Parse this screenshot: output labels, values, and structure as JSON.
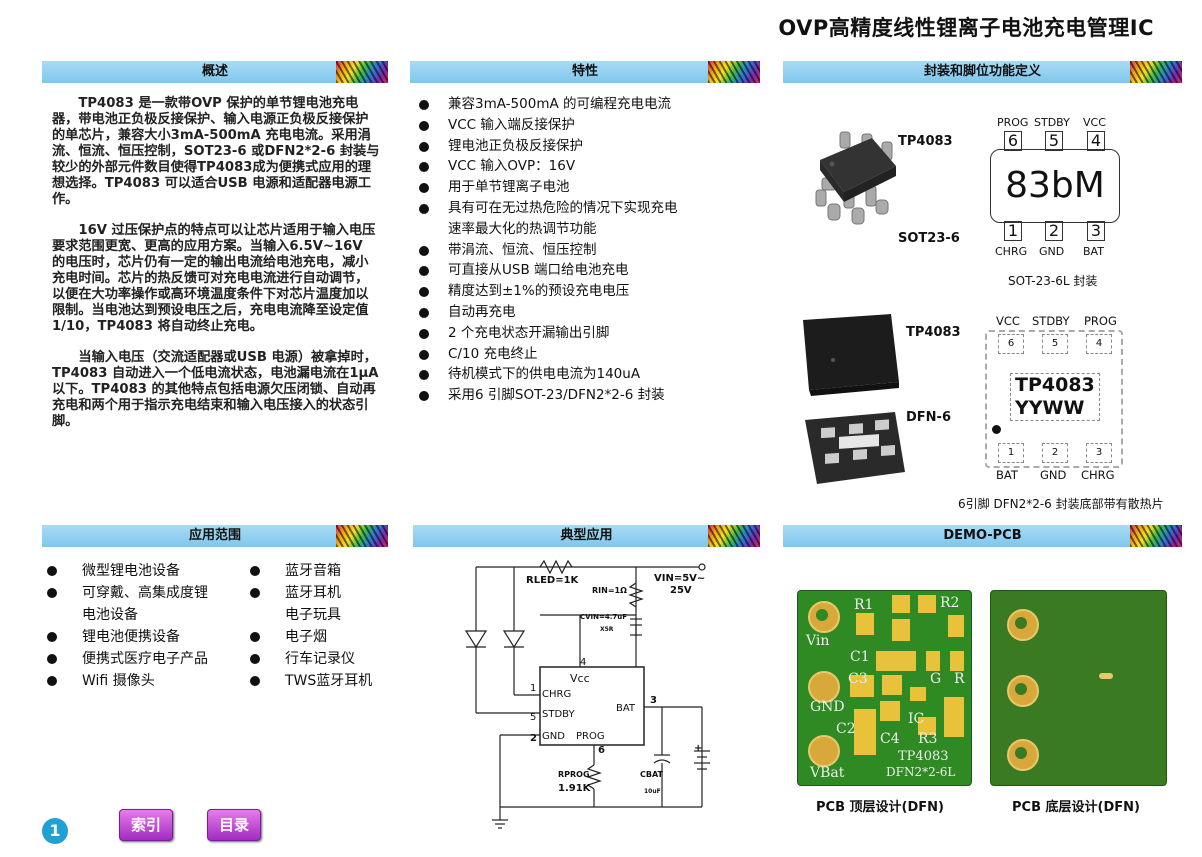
{
  "title": "OVP高精度线性锂离子电池充电管理IC",
  "sections": {
    "overview": "概述",
    "features": "特性",
    "package": "封装和脚位功能定义",
    "applications": "应用范围",
    "typical": "典型应用",
    "demo": "DEMO-PCB"
  },
  "overview_paragraphs": [
    "TP4083 是一款带OVP 保护的单节锂电池充电器，带电池正负极反接保护、输入电源正负极反接保护的单芯片，兼容大小3mA-500mA 充电电流。采用涓流、恒流、恒压控制，SOT23-6 或DFN2*2-6 封装与较少的外部元件数目使得TP4083成为便携式应用的理想选择。TP4083 可以适合USB 电源和适配器电源工作。",
    "16V 过压保护点的特点可以让芯片适用于输入电压要求范围更宽、更高的应用方案。当输入6.5V~16V 的电压时，芯片仍有一定的输出电流给电池充电，减小充电时间。芯片的热反馈可对充电电流进行自动调节，以便在大功率操作或高环境温度条件下对芯片温度加以限制。当电池达到预设电压之后，充电电流降至设定值1/10，TP4083 将自动终止充电。",
    "当输入电压（交流适配器或USB 电源）被拿掉时，TP4083 自动进入一个低电流状态，电池漏电流在1μA 以下。TP4083 的其他特点包括电源欠压闭锁、自动再充电和两个用于指示充电结束和输入电压接入的状态引脚。"
  ],
  "features": [
    "兼容3mA-500mA 的可编程充电电流",
    "VCC 输入端反接保护",
    "锂电池正负极反接保护",
    "VCC 输入OVP：16V",
    "用于单节锂离子电池",
    "具有可在无过热危险的情况下实现充电",
    "速率最大化的热调节功能",
    "带涓流、恒流、恒压控制",
    "可直接从USB 端口给电池充电",
    "精度达到±1%的预设充电电压",
    "自动再充电",
    "2 个充电状态开漏输出引脚",
    "C/10 充电终止",
    "待机模式下的供电电流为140uA",
    "采用6 引脚SOT-23/DFN2*2-6 封装"
  ],
  "package": {
    "sot_part": "TP4083",
    "sot_name": "SOT23-6",
    "sot_top_pins": [
      {
        "name": "PROG",
        "num": "6"
      },
      {
        "name": "STDBY",
        "num": "5"
      },
      {
        "name": "VCC",
        "num": "4"
      }
    ],
    "sot_bottom_pins": [
      {
        "name": "CHRG",
        "num": "1"
      },
      {
        "name": "GND",
        "num": "2"
      },
      {
        "name": "BAT",
        "num": "3"
      }
    ],
    "sot_marking": "83bM",
    "sot_caption": "SOT-23-6L 封装",
    "dfn_part": "TP4083",
    "dfn_name": "DFN-6",
    "dfn_top_pins": [
      {
        "name": "VCC",
        "num": "6"
      },
      {
        "name": "STDBY",
        "num": "5"
      },
      {
        "name": "PROG",
        "num": "4"
      }
    ],
    "dfn_bottom_pins": [
      {
        "name": "BAT",
        "num": "1"
      },
      {
        "name": "GND",
        "num": "2"
      },
      {
        "name": "CHRG",
        "num": "3"
      }
    ],
    "dfn_mark1": "TP4083",
    "dfn_mark2": "YYWW",
    "dfn_caption": "6引脚 DFN2*2-6 封装底部带有散热片"
  },
  "applications_left": [
    "微型锂电池设备",
    "可穿戴、高集成度锂",
    "电池设备",
    "锂电池便携设备",
    "便携式医疗电子产品",
    "Wifi 摄像头"
  ],
  "applications_right": [
    "蓝牙音箱",
    "蓝牙耳机",
    "电子玩具",
    "电子烟",
    "行车记录仪",
    "TWS蓝牙耳机"
  ],
  "circuit": {
    "rled": "RLED=1K",
    "rin": "RIN=1Ω",
    "vin": "VIN=5V~",
    "vin2": "25V",
    "cvin": "CVIN=4.7uF",
    "x5r": "X5R",
    "vcc": "Vcc",
    "chrg": "CHRG",
    "stdby": "STDBY",
    "gnd": "GND",
    "prog": "PROG",
    "bat": "BAT",
    "pin1": "1",
    "pin2": "2",
    "pin3": "3",
    "pin4": "4",
    "pin5": "5",
    "pin6": "6",
    "rprog": "RPROG",
    "rprog_val": "1.91K",
    "cbat": "CBAT",
    "cbat_val": "10uF"
  },
  "pcb": {
    "top_caption": "PCB 顶层设计(DFN)",
    "bottom_caption": "PCB 底层设计(DFN)",
    "labels": {
      "r1": "R1",
      "r2": "R2",
      "vin": "Vin",
      "c1": "C1",
      "c3": "C3",
      "g": "G",
      "r": "R",
      "gnd": "GND",
      "ic": "IC",
      "c2": "C2",
      "c4": "C4",
      "r3": "R3",
      "vbat": "VBat",
      "part": "TP4083",
      "pkg": "DFN2*2-6L"
    }
  },
  "page_number": "1",
  "buttons": {
    "index": "索引",
    "toc": "目录"
  }
}
